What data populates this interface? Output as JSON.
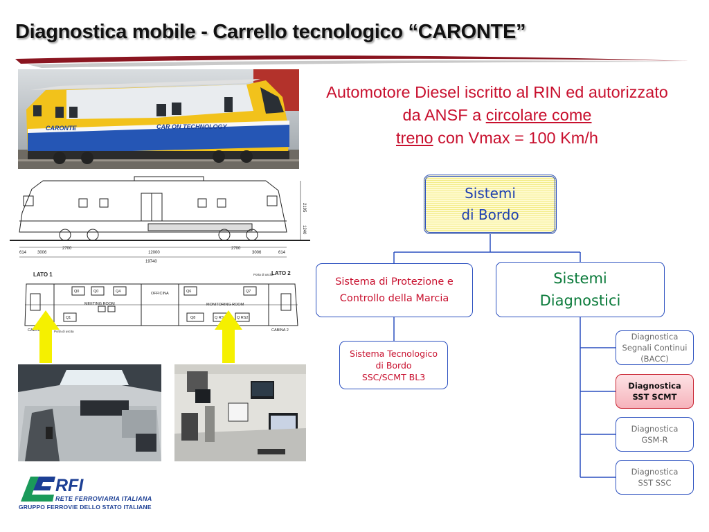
{
  "slide": {
    "title": "Diagnostica mobile - Carrello tecnologico “CARONTE”",
    "intro": {
      "part1": "Automotore Diesel iscritto al RIN ed autorizzato da ANSF a ",
      "underlined1": "circolare come",
      "break_space": " ",
      "underlined2": "treno",
      "part2": " con Vmax = 100 Km/h"
    }
  },
  "photo_labels": {
    "loco_name_left": "CARONTE",
    "loco_name_right": "CAR ON TECHNOLOGY"
  },
  "drawing": {
    "dim_segments": [
      "614",
      "3006",
      "2700",
      "12000",
      "2700",
      "3006",
      "614"
    ],
    "dim_total": "19740",
    "dim_height_top": "2195",
    "dim_height_bottom": "1240",
    "lato1": "LATO 1",
    "lato2": "LATO 2",
    "meeting_room": "MEETING ROOM",
    "officina": "OFFICINA",
    "monitoring_room": "MONITORING ROOM",
    "cabina1": "CABINA 1",
    "cabina2": "CABINA 2",
    "porta_left": "Porta di uscita",
    "porta_right": "Porta di uscita",
    "racks": [
      "Q0",
      "Q0",
      "Q4",
      "Q1",
      "Q7",
      "Q6",
      "Q8",
      "Q RS1",
      "Q RS2"
    ]
  },
  "tree": {
    "root": {
      "line1": "Sistemi",
      "line2": "di Bordo"
    },
    "protezione": {
      "line1": "Sistema di Protezione e",
      "line2": "Controllo della Marcia"
    },
    "diagnostici": {
      "line1": "Sistemi",
      "line2": "Diagnostici"
    },
    "tecnologico": {
      "line1": "Sistema Tecnologico",
      "line2": "di Bordo",
      "line3": "SSC/SCMT BL3"
    },
    "bacc": {
      "line1": "Diagnostica",
      "line2": "Segnali Continui",
      "line3": "(BACC)"
    },
    "scmt": {
      "line1": "Diagnostica",
      "line2": "SST SCMT"
    },
    "gsmr": {
      "line1": "Diagnostica",
      "line2": "GSM-R"
    },
    "ssc": {
      "line1": "Diagnostica",
      "line2": "SST SSC"
    }
  },
  "logo": {
    "name": "RFI",
    "full": "RETE FERROVIARIA ITALIANA",
    "group": "GRUPPO FERROVIE DELLO STATO ITALIANE"
  },
  "colors": {
    "accent_red": "#c8102e",
    "box_border": "#2a4fbf",
    "connector": "#2a4fbf",
    "green": "#0a7a3a",
    "arrow_yellow": "#f5f000",
    "logo_blue": "#1c3f94",
    "logo_green": "#1a9a5a"
  }
}
